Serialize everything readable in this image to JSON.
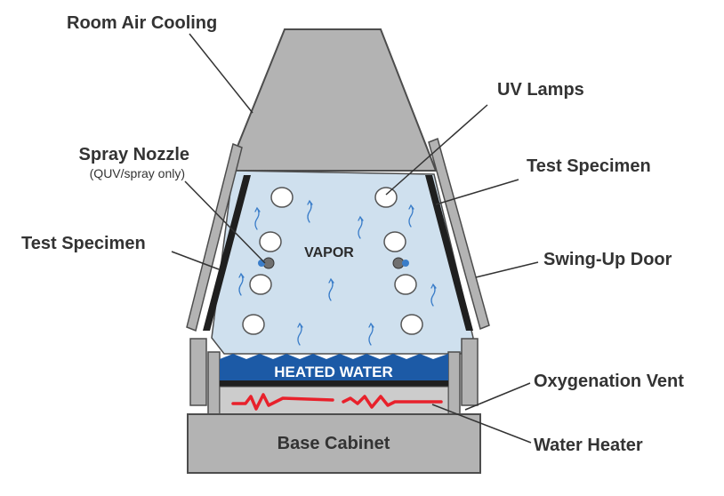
{
  "labels": {
    "room_air_cooling": "Room Air Cooling",
    "uv_lamps": "UV Lamps",
    "spray_nozzle": "Spray Nozzle",
    "spray_nozzle_note": "(QUV/spray only)",
    "test_specimen_left": "Test Specimen",
    "test_specimen_right": "Test Specimen",
    "swing_up_door": "Swing-Up Door",
    "vapor": "VAPOR",
    "heated_water": "HEATED WATER",
    "oxygenation_vent": "Oxygenation Vent",
    "water_heater": "Water Heater",
    "base_cabinet": "Base Cabinet"
  },
  "colors": {
    "housing": "#b3b3b3",
    "housing_stroke": "#4d4d4d",
    "chamber": "#cfe0ee",
    "water": "#1c5aa6",
    "heater": "#e8212b",
    "vapor_wisp": "#3a7dc9",
    "specimen": "#1f1f1f",
    "label_text": "#333333"
  }
}
